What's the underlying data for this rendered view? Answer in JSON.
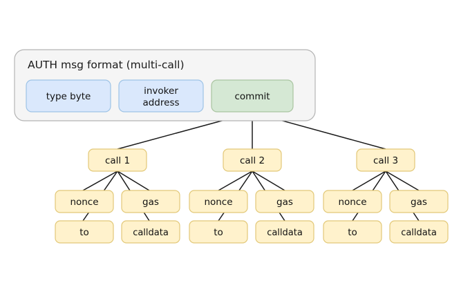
{
  "diagram": {
    "background_color": "#ffffff",
    "edge_color": "#1a1a1a",
    "panel": {
      "title": "AUTH msg format (multi-call)",
      "fill_color": "#f5f5f5",
      "border_color": "#b3b3b3",
      "fields": [
        {
          "label": "type byte",
          "color": "#dae8fc",
          "border": "#9dc3e6"
        },
        {
          "label_line1": "invoker",
          "label_line2": "address",
          "color": "#dae8fc",
          "border": "#9dc3e6"
        },
        {
          "label": "commit",
          "color": "#d5e8d4",
          "border": "#a9c4a0"
        }
      ]
    },
    "node_color": "#fff2cc",
    "node_border": "#e2c878",
    "calls": [
      {
        "label": "call 1",
        "children": [
          {
            "label": "nonce"
          },
          {
            "label": "gas"
          },
          {
            "label": "to"
          },
          {
            "label": "calldata"
          }
        ]
      },
      {
        "label": "call 2",
        "children": [
          {
            "label": "nonce"
          },
          {
            "label": "gas"
          },
          {
            "label": "to"
          },
          {
            "label": "calldata"
          }
        ]
      },
      {
        "label": "call 3",
        "children": [
          {
            "label": "nonce"
          },
          {
            "label": "gas"
          },
          {
            "label": "to"
          },
          {
            "label": "calldata"
          }
        ]
      }
    ]
  }
}
